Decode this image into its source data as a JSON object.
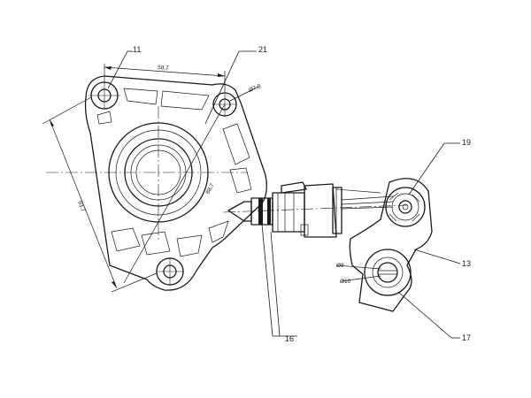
{
  "callouts": {
    "p11": "11",
    "p21": "21",
    "p19": "19",
    "p13": "13",
    "p16": "16",
    "p17": "17"
  },
  "dimensions": {
    "top_width": "58.7",
    "hole_dia": "Ø7.8",
    "left_length": "93.7",
    "diagonal": "88.7",
    "small_1": "Ø8",
    "small_2": "Ø10"
  },
  "colors": {
    "ink": "#1a1a1a",
    "paper": "#ffffff"
  }
}
